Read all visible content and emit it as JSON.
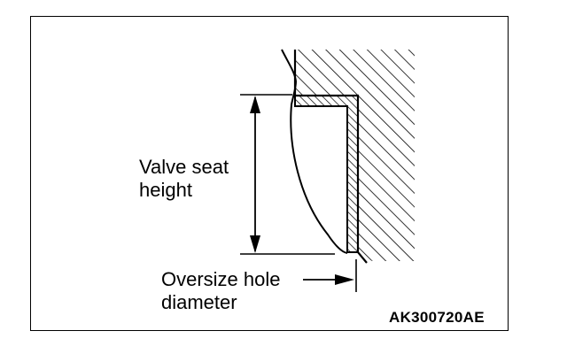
{
  "diagram": {
    "labels": {
      "valve_seat_height_line1": "Valve seat",
      "valve_seat_height_line2": "height",
      "oversize_hole_line1": "Oversize hole",
      "oversize_hole_line2": "diameter"
    },
    "figure_code": "AK300720AE",
    "colors": {
      "ink": "#000000",
      "background": "#ffffff"
    }
  }
}
